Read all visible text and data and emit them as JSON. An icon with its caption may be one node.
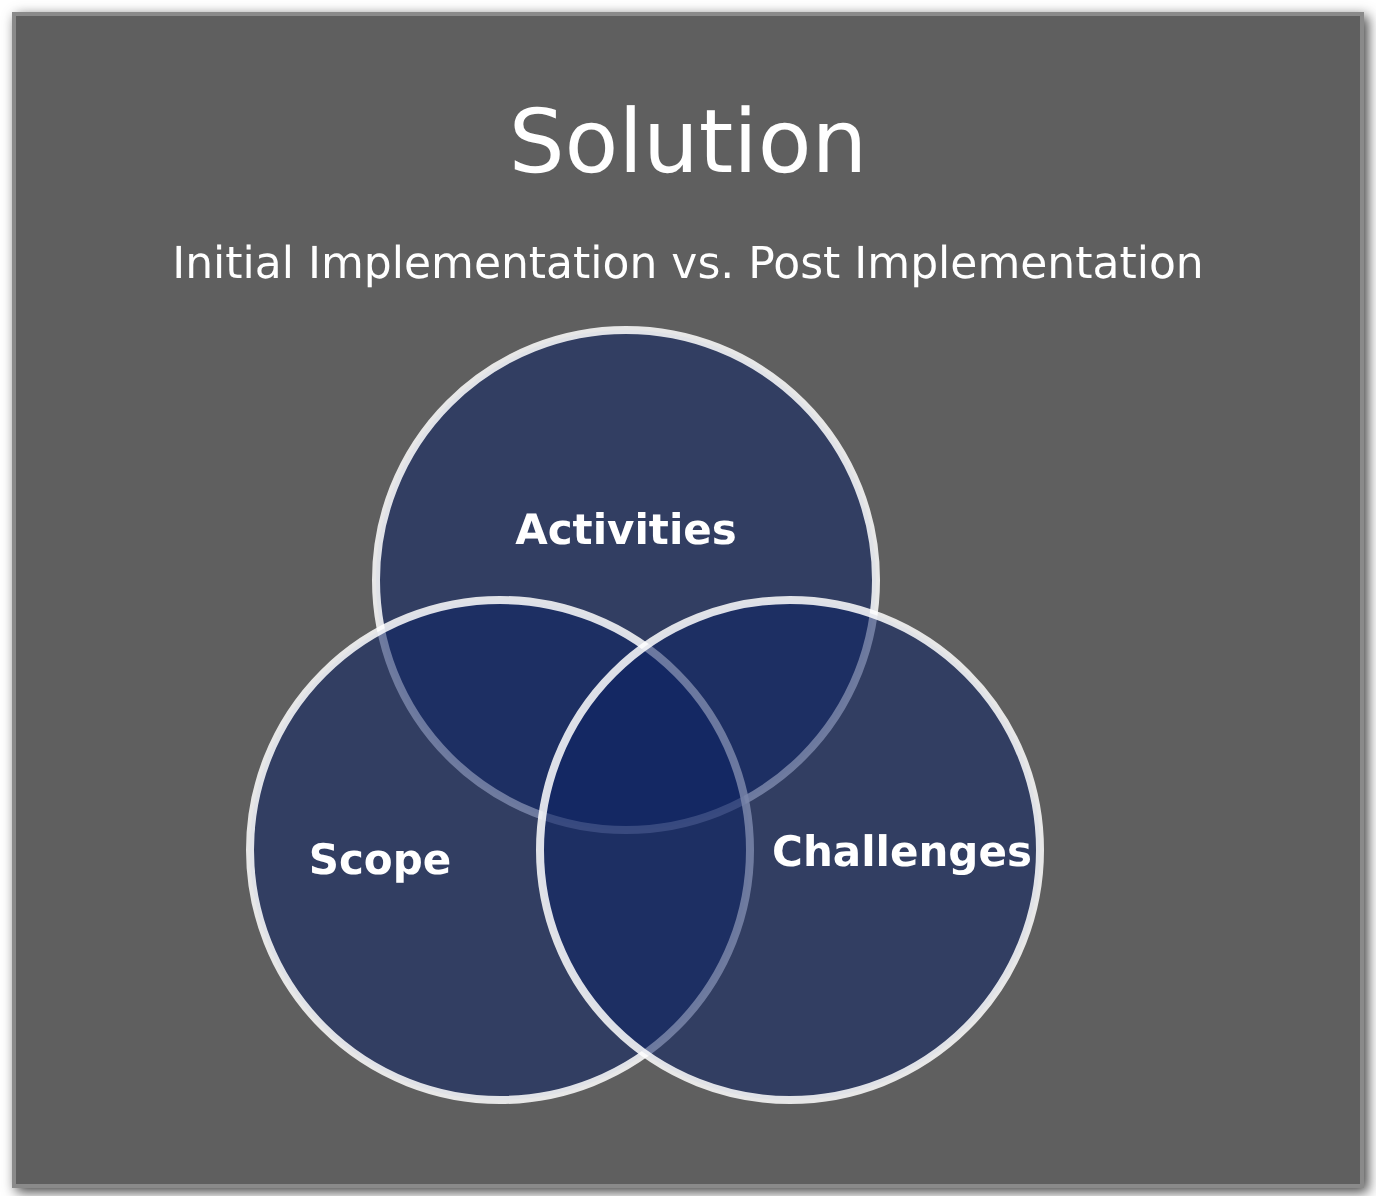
{
  "diagram": {
    "title": "Solution",
    "nodes": [
      {
        "text": [
          "Activities"
        ]
      },
      {
        "text": [
          "Scope"
        ]
      },
      {
        "text": [
          "Challenges"
        ]
      }
    ],
    "labels": [
      "Initial Implementation vs. Post Implementation"
    ]
  }
}
